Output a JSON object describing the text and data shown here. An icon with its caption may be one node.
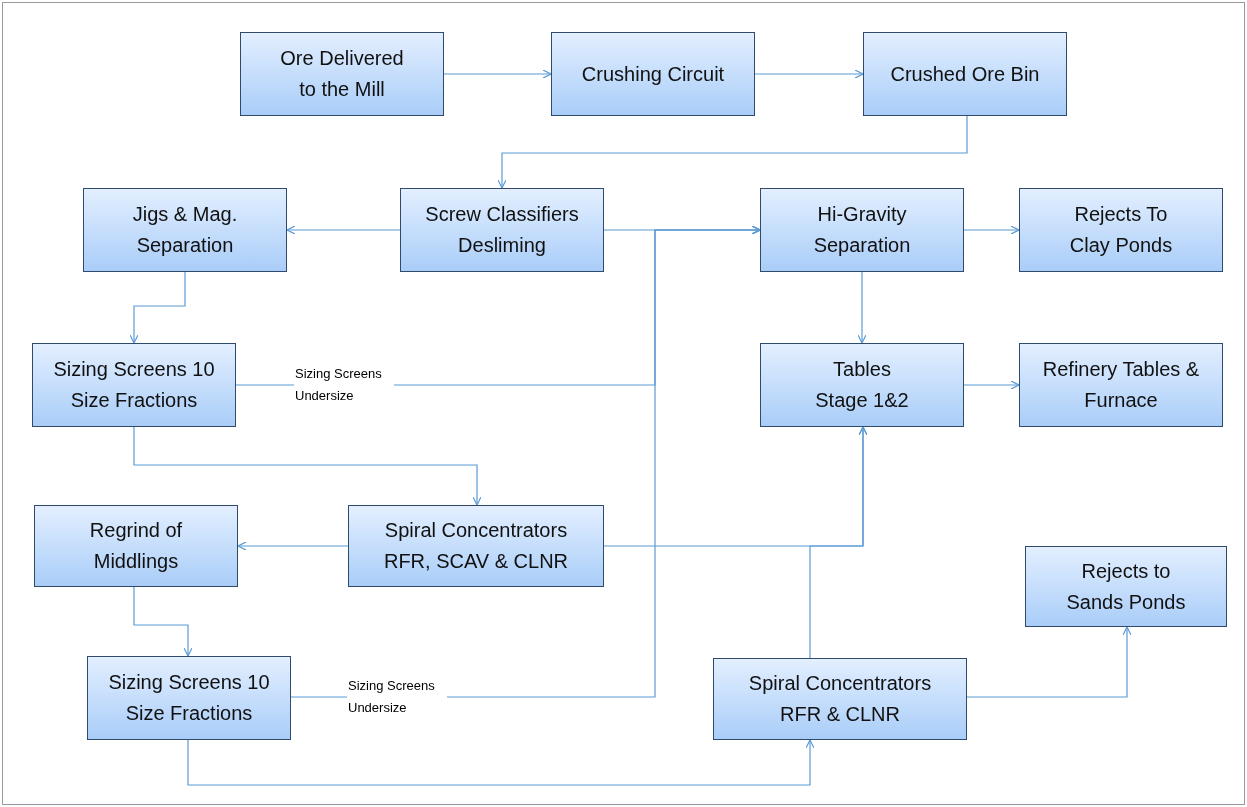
{
  "diagram": {
    "nodes": [
      {
        "text": [
          "Ore Delivered to the Mill"
        ]
      },
      {
        "text": [
          "Crushing Circuit"
        ]
      },
      {
        "text": [
          "Crushed Ore Bin"
        ]
      },
      {
        "text": [
          "Jigs & Mag. Separation"
        ]
      },
      {
        "text": [
          "Screw Classifiers Desliming"
        ]
      },
      {
        "text": [
          "Hi-Gravity Separation"
        ]
      },
      {
        "text": [
          "Rejects To Clay Ponds"
        ]
      },
      {
        "text": [
          "Sizing Screens 10 Size Fractions"
        ]
      },
      {
        "text": [
          "Tables Stage 1&2"
        ]
      },
      {
        "text": [
          "Refinery Tables & Furnace"
        ]
      },
      {
        "text": [
          "Regrind of Middlings"
        ]
      },
      {
        "text": [
          "Spiral Concentrators RFR, SCAV & CLNR"
        ]
      },
      {
        "text": [
          "Rejects to Sands Ponds"
        ]
      },
      {
        "text": [
          "Sizing Screens 10 Size Fractions"
        ]
      },
      {
        "text": [
          "Spiral Concentrators RFR & CLNR"
        ]
      }
    ],
    "edges": [
      {
        "from": 0,
        "to": 1,
        "arrow": "to"
      },
      {
        "from": 1,
        "to": 2,
        "arrow": "to"
      },
      {
        "from": 2,
        "to": 4,
        "arrow": "to"
      },
      {
        "from": 4,
        "to": 3,
        "arrow": "to"
      },
      {
        "from": 4,
        "to": 5,
        "arrow": "to"
      },
      {
        "from": 7,
        "to": 5,
        "arrow": "to",
        "label": "Sizing Screens Undersize"
      },
      {
        "from": 13,
        "to": 5,
        "arrow": "to",
        "label": "Sizing Screens Undersize"
      },
      {
        "from": 5,
        "to": 6,
        "arrow": "to"
      },
      {
        "from": 5,
        "to": 8,
        "arrow": "to"
      },
      {
        "from": 8,
        "to": 9,
        "arrow": "to"
      },
      {
        "from": 3,
        "to": 7,
        "arrow": "to"
      },
      {
        "from": 7,
        "to": 11,
        "arrow": "to"
      },
      {
        "from": 11,
        "to": 10,
        "arrow": "to"
      },
      {
        "from": 11,
        "to": 8,
        "arrow": "to"
      },
      {
        "from": 14,
        "to": 8,
        "arrow": "to"
      },
      {
        "from": 10,
        "to": 13,
        "arrow": "to"
      },
      {
        "from": 13,
        "to": 14,
        "arrow": "to"
      },
      {
        "from": 14,
        "to": 12,
        "arrow": "to"
      }
    ]
  }
}
